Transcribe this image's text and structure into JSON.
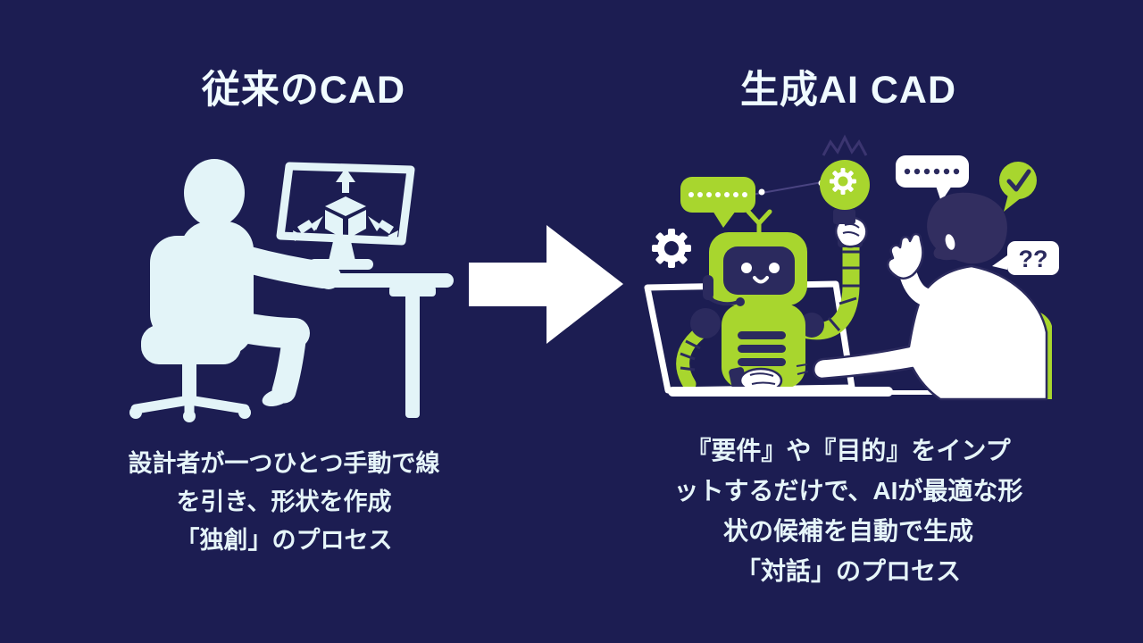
{
  "slide": {
    "background_color": "#1c1d52",
    "accent_green": "#a8d62e",
    "silhouette_color": "#e3f4f8",
    "outline_navy": "#2b2a5e",
    "left_panel": {
      "title": "従来のCAD",
      "illustration": "designer-working-manually-at-cad-workstation",
      "description_lines": [
        "設計者が一つひとつ手動で線",
        "を引き、形状を作成",
        "「独創」のプロセス"
      ]
    },
    "arrow": {
      "direction": "right",
      "color": "#ffffff"
    },
    "right_panel": {
      "title": "生成AI CAD",
      "illustration": "ai-robot-dialog-with-designer",
      "question_bubble_text": "??",
      "description_lines": [
        "『要件』や『目的』をインプ",
        "ットするだけで、AIが最適な形",
        "状の候補を自動で生成",
        "「対話」のプロセス"
      ]
    }
  }
}
